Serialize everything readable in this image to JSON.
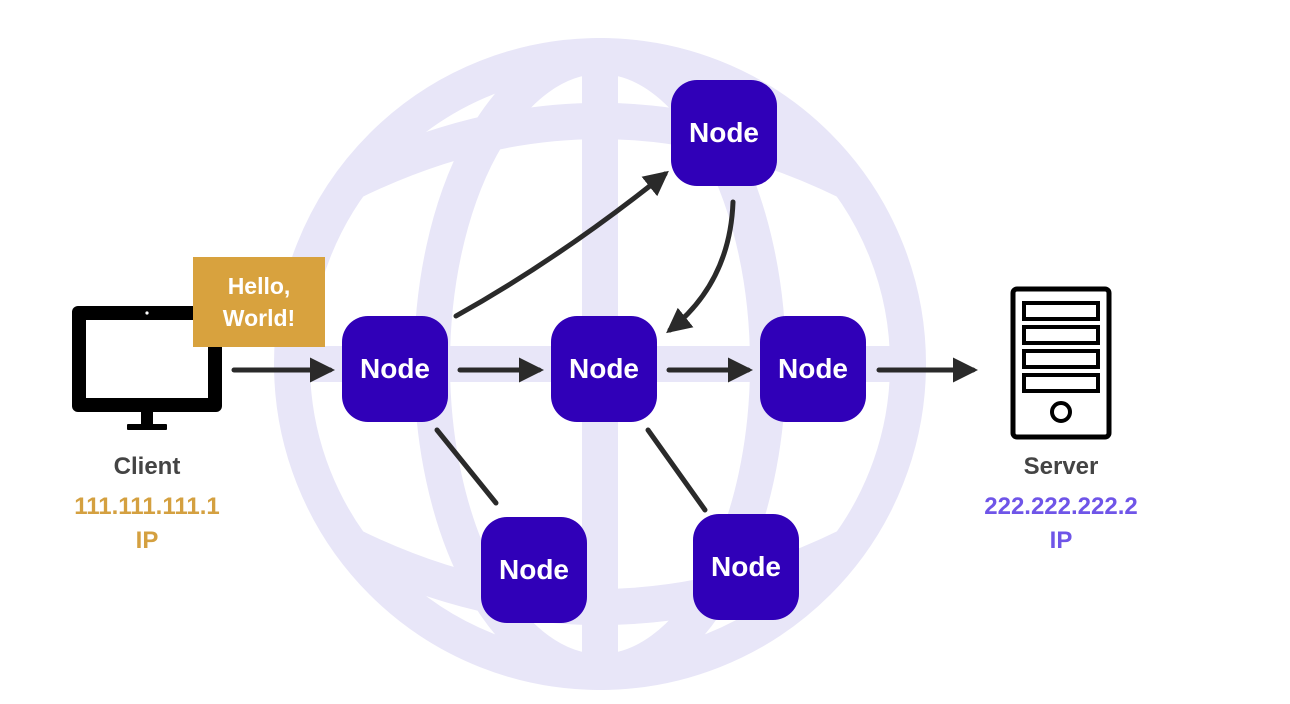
{
  "colors": {
    "node": "#3000b8",
    "globe": "#e8e6f8",
    "arrow": "#2a2a2a",
    "client_ip": "#d4a040",
    "server_ip": "#6f55e8",
    "label": "#444444",
    "bubble": "#d8a23e"
  },
  "globe": {
    "icon": "globe-icon"
  },
  "nodes": [
    {
      "id": "n1",
      "label": "Node"
    },
    {
      "id": "n2",
      "label": "Node"
    },
    {
      "id": "n3",
      "label": "Node"
    },
    {
      "id": "n4",
      "label": "Node"
    },
    {
      "id": "n5",
      "label": "Node"
    },
    {
      "id": "n6",
      "label": "Node"
    }
  ],
  "edges": [
    {
      "from": "client",
      "to": "n1",
      "directed": true
    },
    {
      "from": "n1",
      "to": "n2",
      "directed": true
    },
    {
      "from": "n2",
      "to": "n3",
      "directed": true
    },
    {
      "from": "n3",
      "to": "server",
      "directed": true
    },
    {
      "from": "n1",
      "to": "n6",
      "directed": true
    },
    {
      "from": "n6",
      "to": "n2",
      "directed": true
    },
    {
      "from": "n1",
      "to": "n4",
      "directed": false
    },
    {
      "from": "n2",
      "to": "n5",
      "directed": false
    }
  ],
  "client": {
    "icon": "monitor-icon",
    "label": "Client",
    "ip": "111.111.111.1",
    "ip_label": "IP"
  },
  "server": {
    "icon": "server-icon",
    "label": "Server",
    "ip": "222.222.222.2",
    "ip_label": "IP"
  },
  "message": {
    "line1": "Hello,",
    "line2": "World!"
  }
}
